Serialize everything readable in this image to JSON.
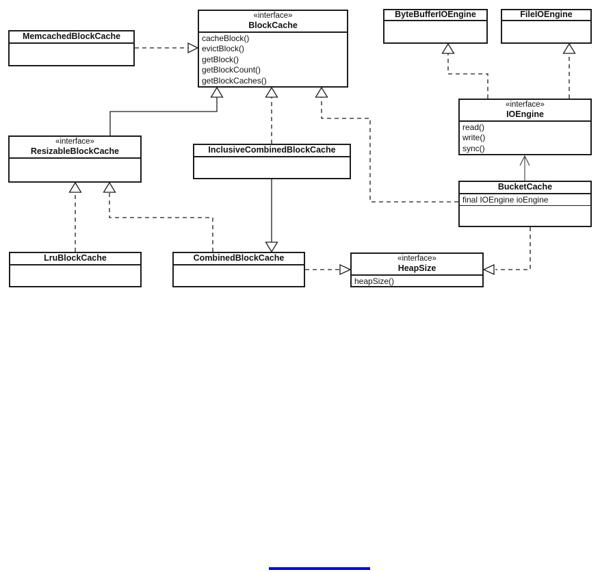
{
  "diagram_type": "uml-class-diagram",
  "classes": {
    "memcached_block_cache": {
      "name": "MemcachedBlockCache"
    },
    "block_cache": {
      "stereotype": "«interface»",
      "name": "BlockCache",
      "methods": [
        "cacheBlock()",
        "evictBlock()",
        "getBlock()",
        "getBlockCount()",
        "getBlockCaches()"
      ]
    },
    "byte_buffer_io_engine": {
      "name": "ByteBufferIOEngine"
    },
    "file_io_engine": {
      "name": "FileIOEngine"
    },
    "io_engine": {
      "stereotype": "«interface»",
      "name": "IOEngine",
      "methods": [
        "read()",
        "write()",
        "sync()"
      ]
    },
    "bucket_cache": {
      "name": "BucketCache",
      "attributes": [
        "final IOEngine ioEngine"
      ]
    },
    "resizable_block_cache": {
      "stereotype": "«interface»",
      "name": "ResizableBlockCache"
    },
    "inclusive_combined_block_cache": {
      "name": "InclusiveCombinedBlockCache"
    },
    "lru_block_cache": {
      "name": "LruBlockCache"
    },
    "combined_block_cache": {
      "name": "CombinedBlockCache"
    },
    "heap_size": {
      "stereotype": "«interface»",
      "name": "HeapSize",
      "methods": [
        "heapSize()"
      ]
    }
  },
  "relationships": [
    {
      "from": "MemcachedBlockCache",
      "to": "BlockCache",
      "line": "dashed",
      "arrow": "hollow-triangle"
    },
    {
      "from": "ResizableBlockCache",
      "to": "BlockCache",
      "line": "solid",
      "arrow": "hollow-triangle"
    },
    {
      "from": "InclusiveCombinedBlockCache",
      "to": "BlockCache",
      "line": "dashed",
      "arrow": "hollow-triangle"
    },
    {
      "from": "BucketCache",
      "to": "BlockCache",
      "line": "dashed",
      "arrow": "hollow-triangle"
    },
    {
      "from": "IOEngine",
      "to": "ByteBufferIOEngine",
      "line": "dashed",
      "arrow": "hollow-triangle"
    },
    {
      "from": "IOEngine",
      "to": "FileIOEngine",
      "line": "dashed",
      "arrow": "hollow-triangle"
    },
    {
      "from": "BucketCache",
      "to": "IOEngine",
      "line": "solid",
      "arrow": "open-stick-arrow"
    },
    {
      "from": "CombinedBlockCache",
      "to": "HeapSize",
      "line": "dashed",
      "arrow": "hollow-triangle"
    },
    {
      "from": "BucketCache",
      "to": "HeapSize",
      "line": "dashed",
      "arrow": "hollow-triangle"
    },
    {
      "from": "LruBlockCache",
      "to": "ResizableBlockCache",
      "line": "dashed",
      "arrow": "hollow-triangle"
    },
    {
      "from": "CombinedBlockCache",
      "to": "ResizableBlockCache",
      "line": "dashed",
      "arrow": "hollow-triangle"
    },
    {
      "from": "InclusiveCombinedBlockCache",
      "to": "CombinedBlockCache",
      "line": "solid",
      "arrow": "hollow-triangle"
    }
  ],
  "colors": {
    "box_fill": "#ffffff",
    "line": "#1c1c1c",
    "link_bar": "#0000e3"
  }
}
